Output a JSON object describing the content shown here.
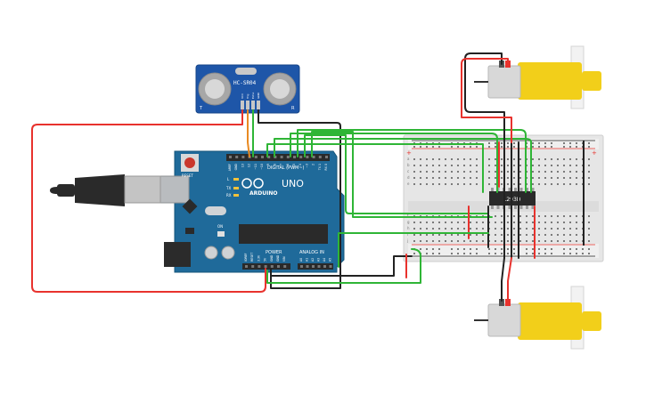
{
  "sensor": {
    "model": "HC-SR04",
    "left_mark": "T",
    "right_mark": "R",
    "pins": [
      "VCC",
      "Trig",
      "Echo",
      "GND"
    ]
  },
  "arduino": {
    "brand": "ARDUINO",
    "model": "UNO",
    "reset_label": "RESET",
    "led_labels": [
      "L",
      "TX",
      "RX"
    ],
    "on_label": "ON",
    "digital_header": "DIGITAL (PWM~)",
    "power_header": "POWER",
    "analog_header": "ANALOG IN",
    "digital_pins": [
      "AREF",
      "GND",
      "13",
      "12",
      "~11",
      "~10",
      "~9",
      "8",
      "7",
      "~6",
      "~5",
      "4",
      "~3",
      "2",
      "TX 1",
      "RX 0"
    ],
    "power_pins": [
      "IOREF",
      "RESET",
      "3.3V",
      "5V",
      "GND",
      "GND",
      "VIN"
    ],
    "analog_pins": [
      "A0",
      "A1",
      "A2",
      "A3",
      "A4",
      "A5"
    ]
  },
  "driver_ic": {
    "label": "L293D"
  },
  "breadboard": {
    "row_letters_top": [
      "a",
      "b",
      "c",
      "d",
      "e"
    ],
    "row_letters_bottom": [
      "f",
      "g",
      "h",
      "i",
      "j"
    ],
    "plus": "+",
    "minus": "-"
  },
  "colors": {
    "wire_red": "#e8322d",
    "wire_green": "#2fb536",
    "wire_black": "#222222",
    "wire_orange": "#e98a22",
    "board_blue": "#1f6a9a",
    "motor_yellow": "#f2cf1a"
  }
}
